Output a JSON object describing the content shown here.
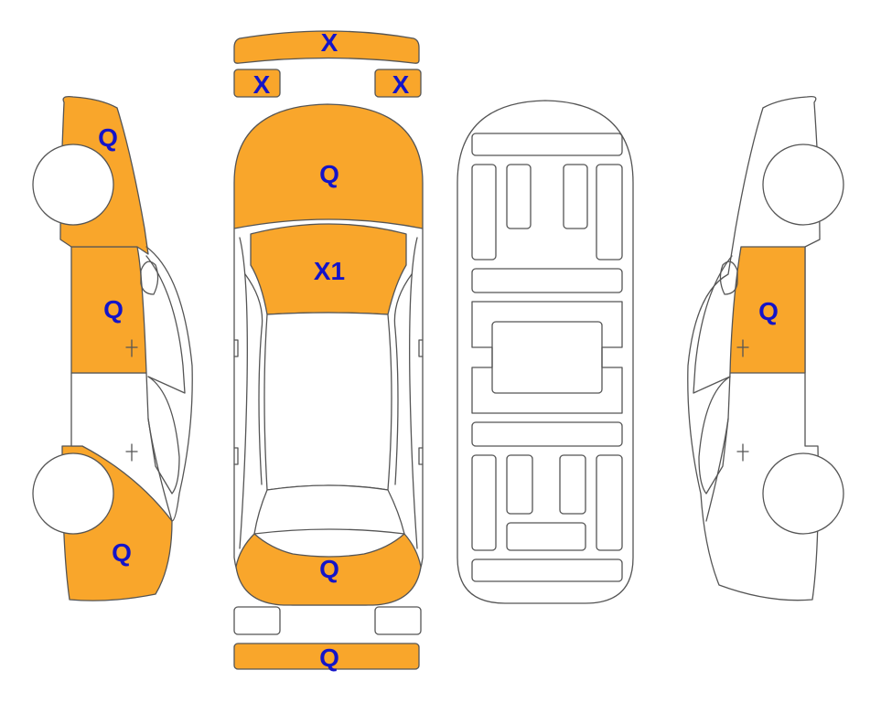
{
  "colors": {
    "damaged": "#f9a62b",
    "undamaged": "#ffffff",
    "outline": "#555555",
    "label": "#1414c8"
  },
  "labels": {
    "front_bumper": "X",
    "front_left_lamp": "X",
    "front_right_lamp": "X",
    "hood": "Q",
    "windshield": "X1",
    "trunk": "Q",
    "rear_bumper": "Q",
    "left_front_fender": "Q",
    "left_front_door": "Q",
    "left_rear_quarter": "Q",
    "right_front_door": "Q"
  },
  "parts": {
    "front_bumper": "damaged",
    "front_left_lamp": "damaged",
    "front_right_lamp": "damaged",
    "hood": "damaged",
    "windshield": "damaged",
    "roof": "undamaged",
    "rear_window": "undamaged",
    "trunk": "damaged",
    "rear_left_lamp": "undamaged",
    "rear_right_lamp": "undamaged",
    "rear_bumper": "damaged",
    "left_front_fender": "damaged",
    "left_front_door": "damaged",
    "left_rear_door": "undamaged",
    "left_rear_quarter": "damaged",
    "right_front_door": "damaged",
    "right_rear_door": "undamaged",
    "right_body": "undamaged",
    "underbody": "undamaged"
  }
}
